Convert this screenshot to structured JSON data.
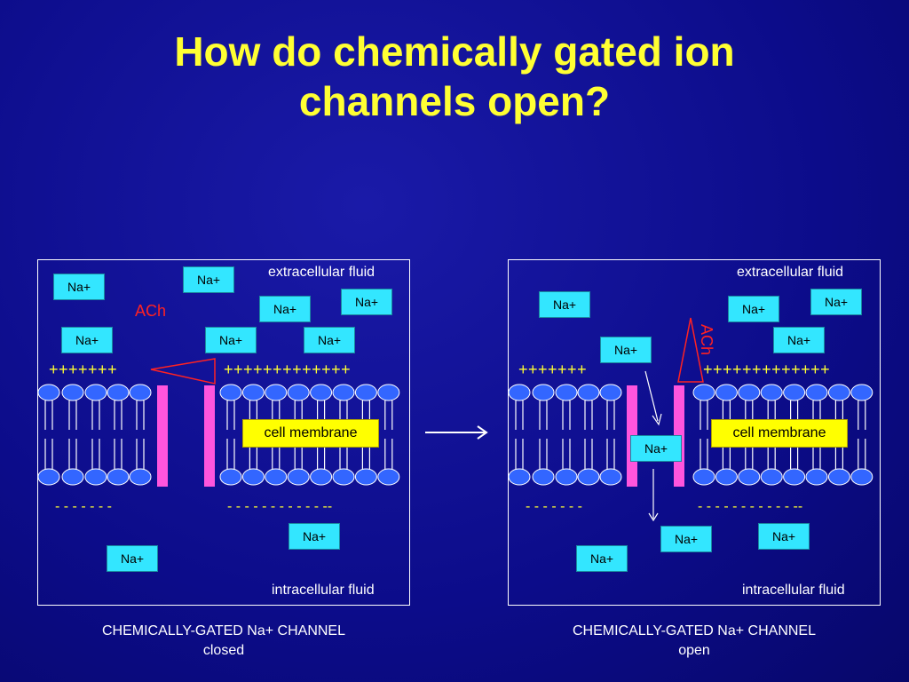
{
  "title": {
    "line1": "How do chemically gated ion",
    "line2": "channels open?"
  },
  "na_label": "Na+",
  "left": {
    "extracellular": "extracellular fluid",
    "intracellular": "intracellular fluid",
    "ach": "ACh",
    "plus_left": "+++++++",
    "plus_right": "+++++++++++++",
    "minus_left": "- - - - - - -",
    "minus_right": "- - - - - - - - - - - --",
    "membrane": "cell membrane",
    "caption1": "CHEMICALLY-GATED Na+ CHANNEL",
    "caption2": "closed"
  },
  "right": {
    "extracellular": "extracellular fluid",
    "intracellular": "intracellular fluid",
    "ach": "ACh",
    "plus_left": "+++++++",
    "plus_right": "+++++++++++++",
    "minus_left": "- - - - - - -",
    "minus_right": "- - - - - - - - - - - --",
    "membrane": "cell membrane",
    "caption1": "CHEMICALLY-GATED Na+ CHANNEL",
    "caption2": "open"
  },
  "colors": {
    "background": "#0c0c8a",
    "title": "#ffff33",
    "ion_box": "#33e6ff",
    "membrane_label": "#ffff00",
    "channel": "#ff55dd",
    "head": "#3366ff",
    "ach": "#ff2222"
  }
}
